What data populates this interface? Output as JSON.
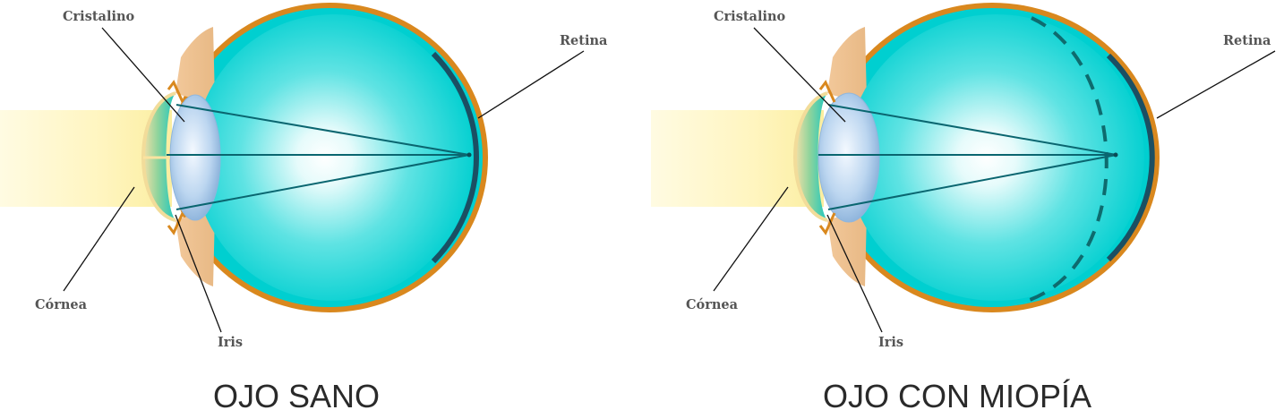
{
  "diagrams": [
    {
      "title": "OJO SANO",
      "labels": {
        "cristalino": "Cristalino",
        "retina": "Retina",
        "cornea": "Córnea",
        "iris": "Iris"
      }
    },
    {
      "title": "OJO CON MIOPÍA",
      "labels": {
        "cristalino": "Cristalino",
        "retina": "Retina",
        "cornea": "Córnea",
        "iris": "Iris"
      }
    }
  ],
  "colors": {
    "vitreous": "#00cfd0",
    "sclera": "#d9881e",
    "retina": "#1b4f63",
    "ray": "#0a6670",
    "light": "#fff2b0",
    "lens": "#a9c9ea"
  }
}
